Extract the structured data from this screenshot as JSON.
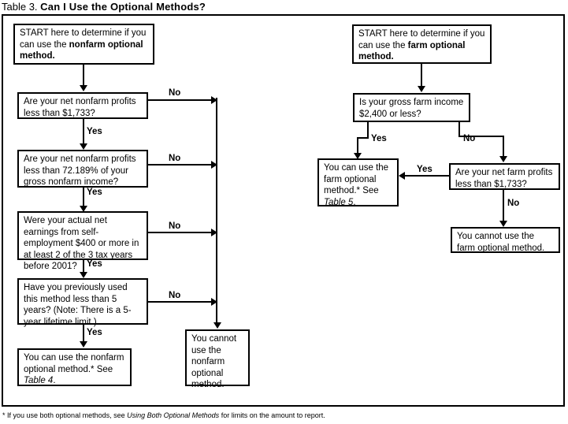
{
  "title": {
    "label": "Table 3.",
    "main": "Can I Use the Optional Methods?"
  },
  "footnote": {
    "prefix": "* If you use both optional methods, see ",
    "italic": "Using Both Optional Methods",
    "suffix": " for limits on the amount to report."
  },
  "colors": {
    "ink": "#000000",
    "paper": "#ffffff"
  },
  "nonfarm_branch": {
    "start": {
      "plain1": "START here to determine if you can use the ",
      "bold": "nonfarm optional method."
    },
    "q1": "Are your net nonfarm profits less than $1,733?",
    "q2": "Are your net nonfarm profits less than 72.189% of your gross nonfarm income?",
    "q3": "Were your actual net earnings from self-employment $400 or more in at least 2 of the 3 tax years before 2001?",
    "q4": "Have you previously used this method less than 5 years? (Note: There is a 5-year lifetime limit.)",
    "result_yes": {
      "text": "You can use the nonfarm optional method.* See ",
      "italic": "Table 4",
      "tail": "."
    },
    "result_no": "You cannot use the nonfarm optional method.",
    "labels": {
      "yes1": "Yes",
      "yes2": "Yes",
      "yes3": "Yes",
      "yes4": "Yes",
      "no1": "No",
      "no2": "No",
      "no3": "No",
      "no4": "No"
    }
  },
  "farm_branch": {
    "start": {
      "plain1": "START here to determine if you can use the ",
      "bold": "farm optional method."
    },
    "q1": "Is your gross farm income $2,400 or less?",
    "q2": "Are your net farm profits less than $1,733?",
    "result_yes": {
      "text": "You can use the farm optional method.* See ",
      "italic": "Table 5",
      "tail": "."
    },
    "result_no": "You cannot use the farm optional method.",
    "labels": {
      "yes1": "Yes",
      "no1": "No",
      "yes2": "Yes",
      "no2": "No"
    }
  }
}
